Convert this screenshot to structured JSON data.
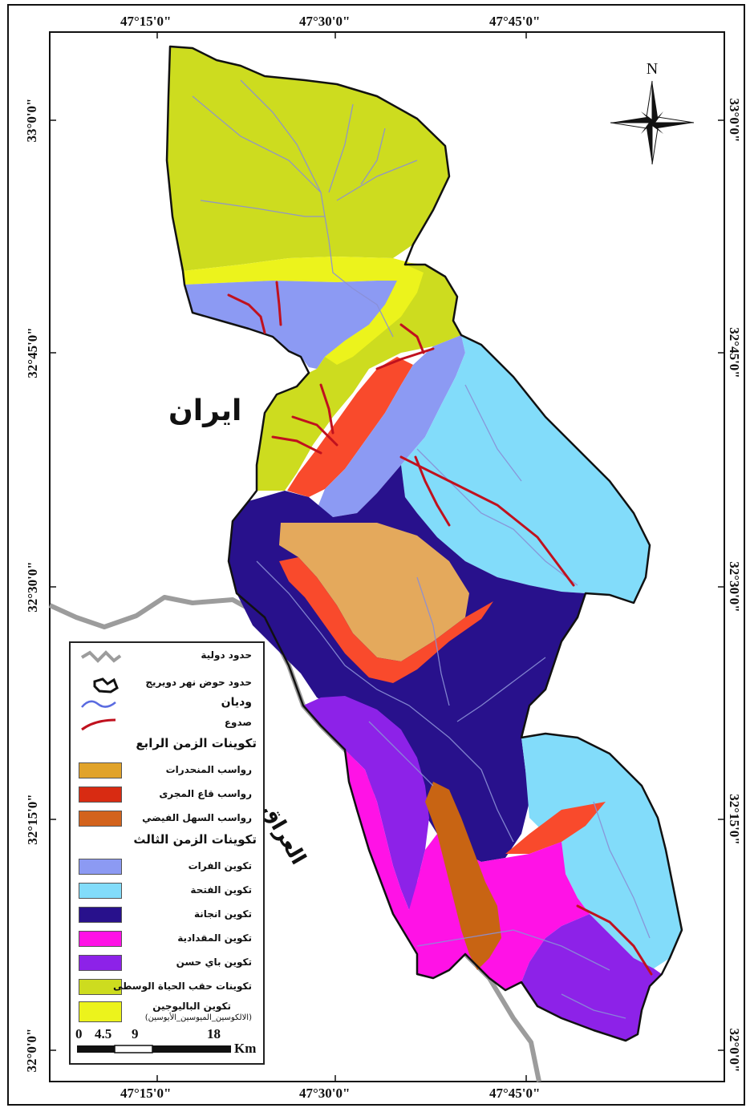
{
  "map": {
    "top_longitudes": [
      "47°15'0\"",
      "47°30'0\"",
      "47°45'0\""
    ],
    "bottom_longitudes": [
      "47°15'0\"",
      "47°30'0\"",
      "47°45'0\""
    ],
    "left_latitudes": [
      "33°0'0\"",
      "32°45'0\"",
      "32°30'0\"",
      "32°15'0\"",
      "32°0'0\""
    ],
    "right_latitudes": [
      "33°0'0\"",
      "32°45'0\"",
      "32°30'0\"",
      "32°15'0\"",
      "32°0'0\""
    ],
    "north_label": "N",
    "iran_label": "ايران",
    "iraq_label": "العراق",
    "colors": {
      "neogene_green": "#cddc1f",
      "yellow": "#ecf31c",
      "lavender": "#8c9af3",
      "cyan": "#82dcfa",
      "navy": "#28118c",
      "magenta": "#ff12e6",
      "purple": "#8d22e8",
      "tan": "#e4a95c",
      "red_orange": "#f94a2c",
      "brown": "#c86413",
      "fault": "#c0111e",
      "valley": "#8a8fd6",
      "border_gray": "#9c9c9c"
    }
  },
  "legend": {
    "symbols": [
      {
        "label": "حدود دولية",
        "kind": "border"
      },
      {
        "label": "حدود حوض نهر دويريج",
        "kind": "basin"
      },
      {
        "label": "وديان",
        "kind": "valley"
      },
      {
        "label": "صدوع",
        "kind": "fault"
      }
    ],
    "quaternary_heading": "تكوينات الزمن الرابع",
    "quaternary": [
      {
        "label": "رواسب المنحدرات",
        "color": "#e1a32a"
      },
      {
        "label": "رواسب قاع المجرى",
        "color": "#d82b12"
      },
      {
        "label": "رواسب السهل الفيضي",
        "color": "#d3631d"
      }
    ],
    "tertiary_heading": "تكوينات الزمن الثالث",
    "tertiary": [
      {
        "label": "تكوين الفرات",
        "color": "#8c9af3"
      },
      {
        "label": "تكوين الفتحة",
        "color": "#82dcfa"
      },
      {
        "label": "تكوين انجانة",
        "color": "#28118c"
      },
      {
        "label": "تكوين المقدادية",
        "color": "#ff12e6"
      },
      {
        "label": "تكوين باي حسن",
        "color": "#8d22e8"
      },
      {
        "label": "تكوينات حقب الحياة الوسطى",
        "color": "#cddc1f"
      },
      {
        "label": "تكوين الباليوجين",
        "color": "#ecf31c"
      }
    ],
    "paleogene_sub": "(الالكوسين_الميوسين_الأيوسين)",
    "scale_ticks": [
      "0",
      "4.5",
      "9",
      "18"
    ],
    "scale_unit": "Km"
  }
}
